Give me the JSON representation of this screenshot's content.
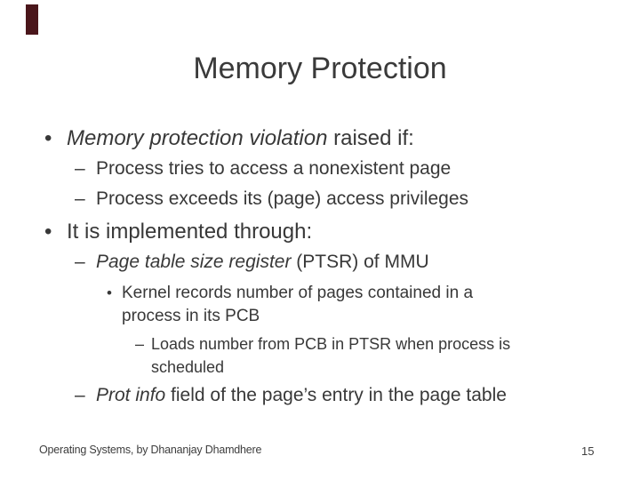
{
  "slide": {
    "title": "Memory Protection",
    "accent_bar_color": "#4a161b",
    "text_color": "#383838",
    "bullets": {
      "b1": {
        "marker": "•",
        "em": "Memory protection violation",
        "rest": " raised if:"
      },
      "b2": {
        "marker": "–",
        "text": "Process tries to access a nonexistent page"
      },
      "b3": {
        "marker": "–",
        "text": "Process exceeds its (page) access privileges"
      },
      "b4": {
        "marker": "•",
        "text": "It is implemented through:"
      },
      "b5": {
        "marker": "–",
        "em": "Page table size register",
        "rest": " (PTSR) of MMU"
      },
      "b6": {
        "marker": "•",
        "lines": [
          "Kernel records number of pages contained in a",
          "process in its PCB"
        ]
      },
      "b7": {
        "marker": "–",
        "lines": [
          "Loads number from PCB in PTSR when process is",
          "scheduled"
        ]
      },
      "b8": {
        "marker": "–",
        "em": "Prot info",
        "rest": " field of the page’s entry in the page table"
      }
    },
    "footer": {
      "credit": "Operating Systems, by Dhananjay Dhamdhere",
      "page_number": "15"
    }
  }
}
